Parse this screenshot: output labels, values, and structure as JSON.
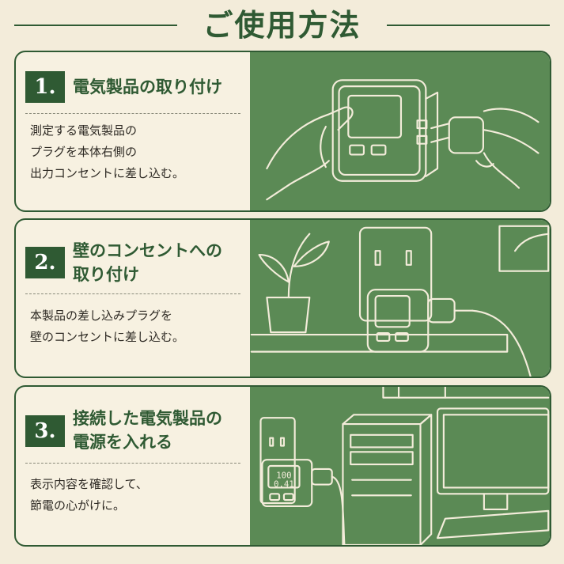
{
  "page_title": "ご使用方法",
  "steps": [
    {
      "number": "1.",
      "title_lines": [
        "電気製品の取り付け"
      ],
      "description_lines": [
        "測定する電気製品の",
        "プラグを本体右側の",
        "出力コンセントに差し込む。"
      ]
    },
    {
      "number": "2.",
      "title_lines": [
        "壁のコンセントへの",
        "取り付け"
      ],
      "description_lines": [
        "本製品の差し込みプラグを",
        "壁のコンセントに差し込む。"
      ]
    },
    {
      "number": "3.",
      "title_lines": [
        "接続した電気製品の",
        "電源を入れる"
      ],
      "description_lines": [
        "表示内容を確認して、",
        "節電の心がけに。"
      ]
    }
  ],
  "display_readout": {
    "line1": "100",
    "line2": "0.41"
  },
  "colors": {
    "accent": "#2f5a33",
    "background": "#f3ecda",
    "illustration": "#5b8a55"
  }
}
